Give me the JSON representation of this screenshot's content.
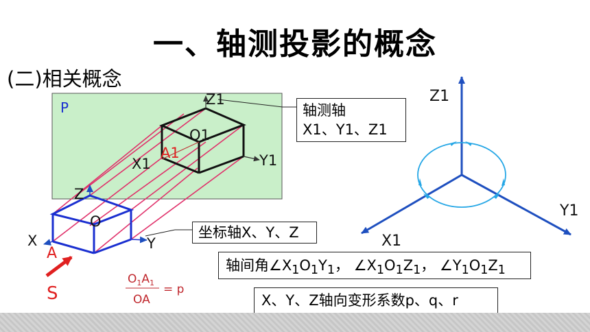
{
  "title": "一、轴测投影的概念",
  "subtitle": "(二)相关概念",
  "plane_label": "P",
  "labels": {
    "z1": "Z1",
    "o1": "O1",
    "a1": "A1",
    "x1": "X1",
    "y1": "Y1",
    "z": "Z",
    "o": "O",
    "x": "X",
    "y": "Y",
    "a": "A",
    "s": "S"
  },
  "callouts": {
    "axis_title": "轴测轴",
    "axis_list": "X1、Y1、Z1",
    "coord_axes": "坐标轴X、Y、Z",
    "coefficients": "X、Y、Z轴向变形系数p、q、r"
  },
  "angles": {
    "prefix": "轴间角",
    "angle_symbol": "∠",
    "a1": [
      "X",
      "1",
      "O",
      "1",
      "Y",
      "1"
    ],
    "sep1": "，",
    "a2": [
      "X",
      "1",
      "O",
      "1",
      "Z",
      "1"
    ],
    "sep2": "，",
    "a3": [
      "Y",
      "1",
      "O",
      "1",
      "Z",
      "1"
    ]
  },
  "formula": {
    "num_o": "O",
    "num_o_sub": "1",
    "num_a": "A",
    "num_a_sub": "1",
    "den": "OA",
    "rhs": "= p"
  },
  "right_axes": {
    "z1": "Z1",
    "x1": "X1",
    "y1": "Y1"
  },
  "colors": {
    "plane_fill": "#c9efc9",
    "projection_lines": "#e0306a",
    "blue": "#1a2fd0",
    "axis_blue": "#1e4fbf",
    "circle": "#26a7e6",
    "red_label": "#e02020",
    "formula": "#c0282e"
  }
}
